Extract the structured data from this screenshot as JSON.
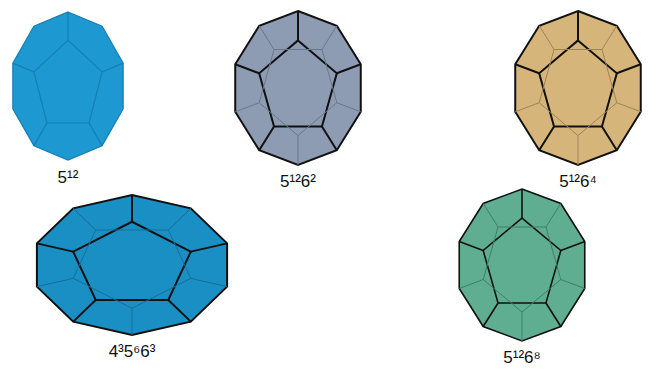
{
  "diagram": {
    "labels": [
      "5¹²",
      "5¹²6²",
      "5¹²6⁴",
      "4³5⁶6³",
      "5¹²6⁸"
    ]
  }
}
